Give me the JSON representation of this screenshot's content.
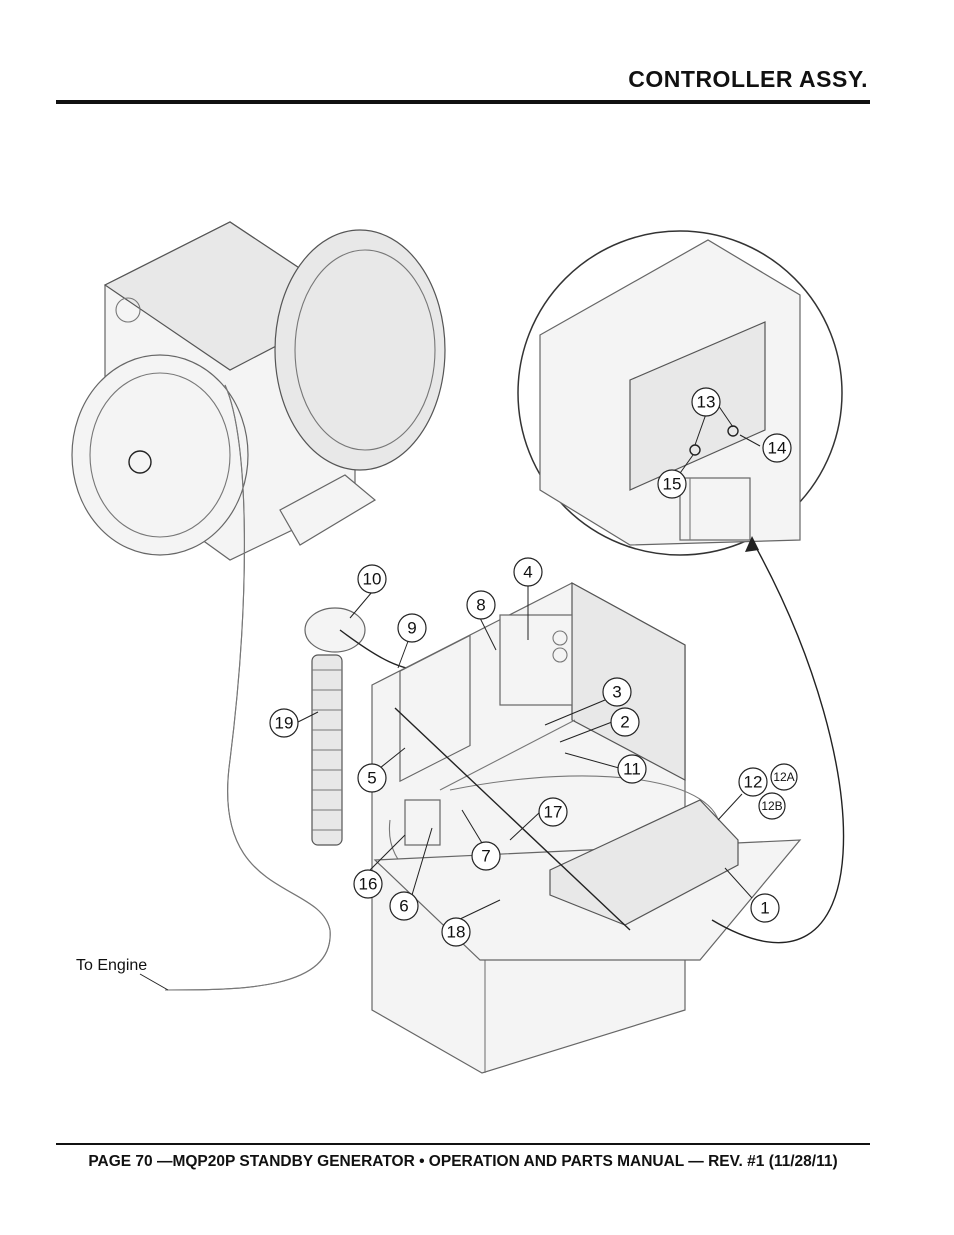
{
  "header": {
    "title": "CONTROLLER ASSY."
  },
  "footer": {
    "text": "PAGE 70 —MQP20P STANDBY GENERATOR • OPERATION AND PARTS MANUAL — REV. #1 (11/28/11)"
  },
  "diagram": {
    "label_to_engine": "To Engine",
    "callouts": [
      {
        "id": "c1",
        "label": "1"
      },
      {
        "id": "c2",
        "label": "2"
      },
      {
        "id": "c3",
        "label": "3"
      },
      {
        "id": "c4",
        "label": "4"
      },
      {
        "id": "c5",
        "label": "5"
      },
      {
        "id": "c6",
        "label": "6"
      },
      {
        "id": "c7",
        "label": "7"
      },
      {
        "id": "c8",
        "label": "8"
      },
      {
        "id": "c9",
        "label": "9"
      },
      {
        "id": "c10",
        "label": "10"
      },
      {
        "id": "c11",
        "label": "11"
      },
      {
        "id": "c12",
        "label": "12"
      },
      {
        "id": "c12a",
        "label": "12A"
      },
      {
        "id": "c12b",
        "label": "12B"
      },
      {
        "id": "c13",
        "label": "13"
      },
      {
        "id": "c14",
        "label": "14"
      },
      {
        "id": "c15",
        "label": "15"
      },
      {
        "id": "c16",
        "label": "16"
      },
      {
        "id": "c17",
        "label": "17"
      },
      {
        "id": "c18",
        "label": "18"
      },
      {
        "id": "c19",
        "label": "19"
      }
    ]
  }
}
